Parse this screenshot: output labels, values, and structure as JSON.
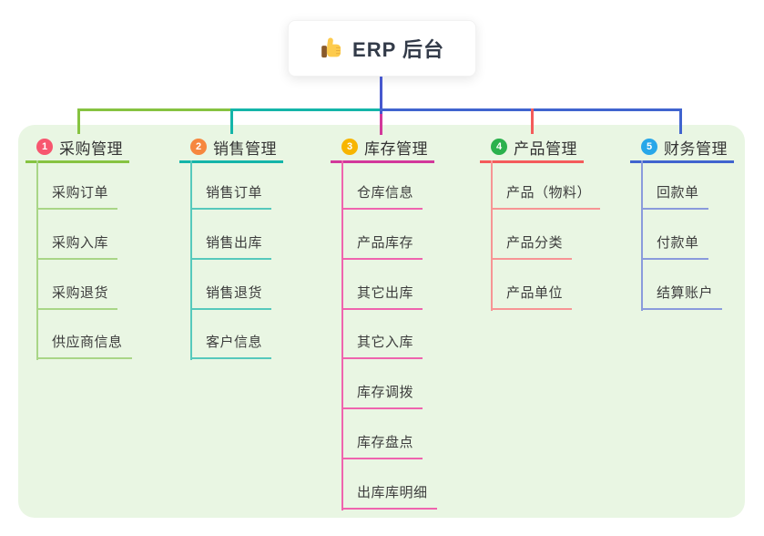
{
  "root": {
    "label": "ERP 后台",
    "icon": "thumbs-up-icon"
  },
  "branches": [
    {
      "index": "1",
      "title": "采购管理",
      "badge_color": "#f7566f",
      "line_color": "#86c341",
      "child_line_color": "#a9d687",
      "children": [
        "采购订单",
        "采购入库",
        "采购退货",
        "供应商信息"
      ]
    },
    {
      "index": "2",
      "title": "销售管理",
      "badge_color": "#f6873f",
      "line_color": "#14b5a9",
      "child_line_color": "#56c9bc",
      "children": [
        "销售订单",
        "销售出库",
        "销售退货",
        "客户信息"
      ]
    },
    {
      "index": "3",
      "title": "库存管理",
      "badge_color": "#f7b500",
      "line_color": "#d2389b",
      "child_line_color": "#ef64ae",
      "children": [
        "仓库信息",
        "产品库存",
        "其它出库",
        "其它入库",
        "库存调拨",
        "库存盘点",
        "出库库明细"
      ]
    },
    {
      "index": "4",
      "title": "产品管理",
      "badge_color": "#2bb14d",
      "line_color": "#f45b5b",
      "child_line_color": "#f79595",
      "children": [
        "产品（物料）",
        "产品分类",
        "产品单位"
      ]
    },
    {
      "index": "5",
      "title": "财务管理",
      "badge_color": "#28a7e9",
      "line_color": "#4064cf",
      "child_line_color": "#8a9bdc",
      "children": [
        "回款单",
        "付款单",
        "结算账户"
      ]
    }
  ],
  "colors": {
    "panel_bg": "#e9f6e3",
    "card_bg": "#ffffff",
    "trunk": "#4758ce",
    "root_text": "#333b49",
    "heading_text": "#333333",
    "child_text": "#3d3d3d",
    "emoji_hand": "#fdcb4d",
    "emoji_cuff": "#8a5a2b"
  }
}
